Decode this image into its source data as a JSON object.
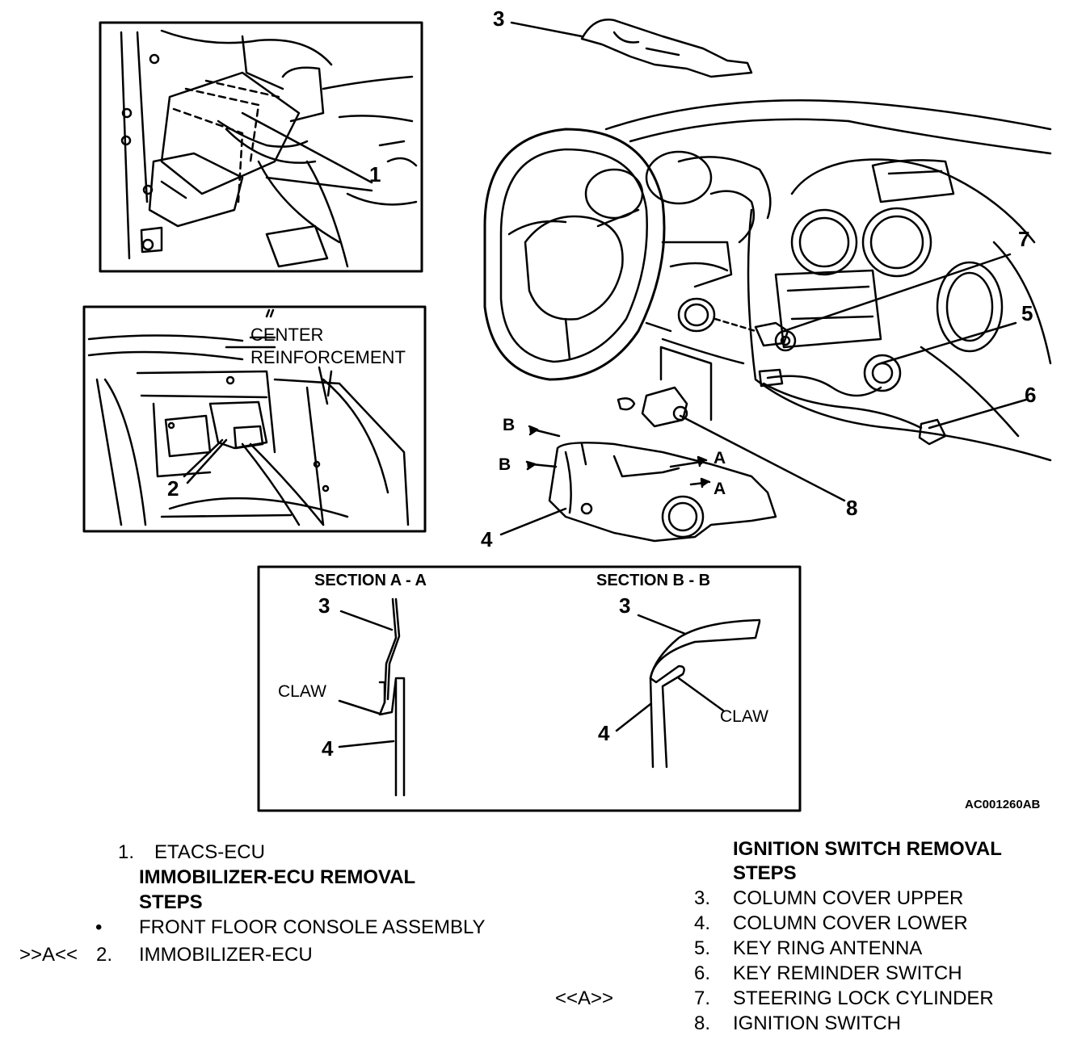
{
  "callouts": {
    "n1": "1",
    "n2": "2",
    "n3": "3",
    "n4": "4",
    "n5": "5",
    "n6": "6",
    "n7": "7",
    "n8": "8",
    "sec_a_3": "3",
    "sec_a_4": "4",
    "sec_b_3": "3",
    "sec_b_4": "4",
    "a_upper": "A",
    "a_lower": "A",
    "b_upper": "B",
    "b_lower": "B"
  },
  "inset_center": {
    "line1": "CENTER",
    "line2": "REINFORCEMENT"
  },
  "sections": {
    "a_title": "SECTION A - A",
    "b_title": "SECTION B - B",
    "claw_a": "CLAW",
    "claw_b": "CLAW"
  },
  "figure_code": "AC001260AB",
  "legend_left": {
    "item1_num": "1.",
    "item1": "ETACS-ECU",
    "heading_line1": "IMMOBILIZER-ECU  REMOVAL",
    "heading_line2": "STEPS",
    "bullet": "•",
    "bullet_item": "FRONT FLOOR CONSOLE ASSEMBLY",
    "mark": ">>A<<",
    "item2_num": "2.",
    "item2": "IMMOBILIZER-ECU"
  },
  "legend_right": {
    "heading_line1": "IGNITION SWITCH REMOVAL",
    "heading_line2": "STEPS",
    "mark": "<<A>>",
    "items": [
      {
        "num": "3.",
        "text": "COLUMN COVER UPPER"
      },
      {
        "num": "4.",
        "text": "COLUMN COVER LOWER"
      },
      {
        "num": "5.",
        "text": "KEY RING ANTENNA"
      },
      {
        "num": "6.",
        "text": "KEY REMINDER SWITCH"
      },
      {
        "num": "7.",
        "text": "STEERING LOCK CYLINDER"
      },
      {
        "num": "8.",
        "text": "IGNITION SWITCH"
      }
    ]
  }
}
